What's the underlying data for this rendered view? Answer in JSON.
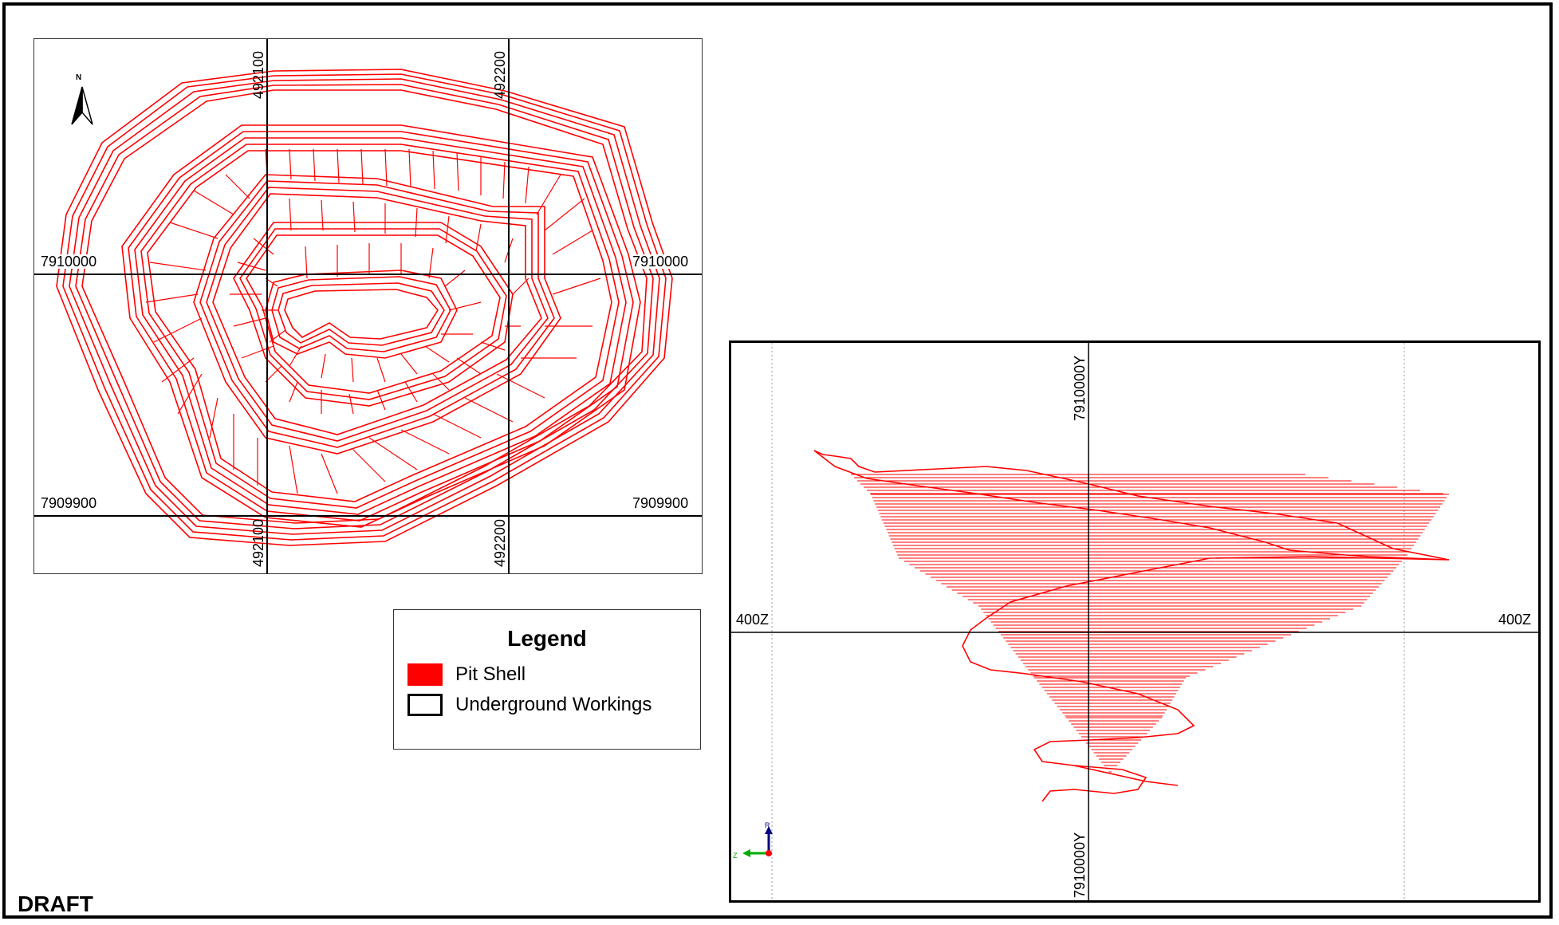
{
  "plan_view": {
    "north_label": "N",
    "grid_labels": {
      "easting_top_left": "492100",
      "easting_top_right": "492200",
      "easting_bottom_left": "492100",
      "easting_bottom_right": "492200",
      "northing_upper_left": "7910000",
      "northing_upper_right": "7910000",
      "northing_lower_left": "7909900",
      "northing_lower_right": "7909900"
    }
  },
  "legend": {
    "title": "Legend",
    "items": [
      {
        "label": "Pit Shell",
        "color": "#ff0000"
      },
      {
        "label": "Underground Workings",
        "color": "#000000"
      }
    ]
  },
  "section_view": {
    "northing_top": "7910000Y",
    "northing_bottom": "7910000Y",
    "elevation_left": "400Z",
    "elevation_right": "400Z",
    "axis_triad": {
      "up": "R",
      "left": "Z"
    }
  },
  "draft_label": "DRAFT",
  "colors": {
    "pit_shell": "#ff0000",
    "grid": "#000000",
    "faint_grid": "#9a9a9a"
  }
}
